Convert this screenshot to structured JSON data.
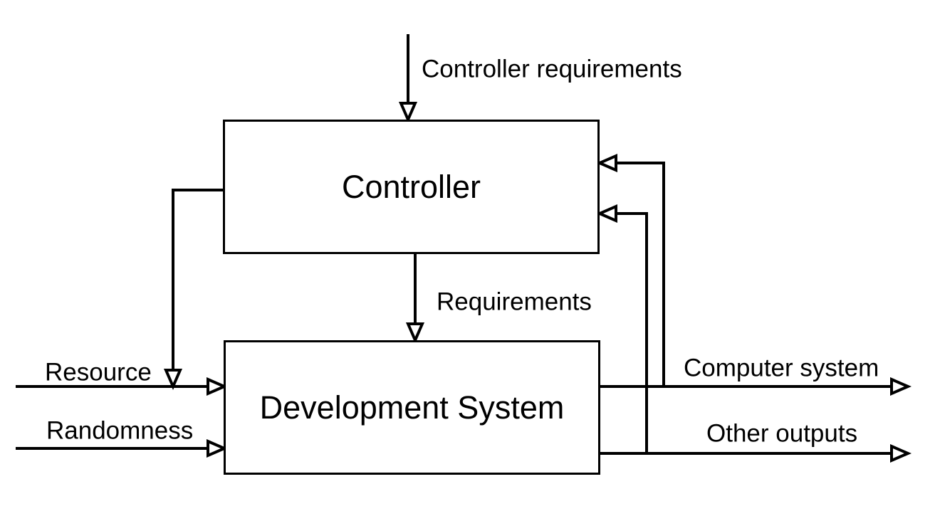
{
  "diagram": {
    "background_color": "#ffffff",
    "stroke_color": "#000000",
    "arrowhead_style": "hollow-triangle",
    "nodes": [
      {
        "id": "controller",
        "label": "Controller"
      },
      {
        "id": "development-system",
        "label": "Development System"
      }
    ],
    "labels": {
      "controller_requirements": "Controller requirements",
      "requirements": "Requirements",
      "resource": "Resource",
      "randomness": "Randomness",
      "computer_system": "Computer system",
      "other_outputs": "Other outputs"
    },
    "edges": [
      {
        "id": "controller-requirements-input",
        "from": "external-top",
        "to": "controller",
        "label": "Controller requirements"
      },
      {
        "id": "requirements",
        "from": "controller",
        "to": "development-system",
        "label": "Requirements"
      },
      {
        "id": "controller-resource-control",
        "from": "controller",
        "to": "resource-line",
        "label": ""
      },
      {
        "id": "resource-input",
        "from": "external-left",
        "to": "development-system",
        "label": "Resource"
      },
      {
        "id": "randomness-input",
        "from": "external-left",
        "to": "development-system",
        "label": "Randomness"
      },
      {
        "id": "computer-system-output",
        "from": "development-system",
        "to": "external-right",
        "label": "Computer system"
      },
      {
        "id": "other-outputs-output",
        "from": "development-system",
        "to": "external-right",
        "label": "Other outputs"
      },
      {
        "id": "feedback-computer-system",
        "from": "computer-system-output",
        "to": "controller",
        "label": ""
      },
      {
        "id": "feedback-other-outputs",
        "from": "other-outputs-output",
        "to": "controller",
        "label": ""
      }
    ]
  }
}
